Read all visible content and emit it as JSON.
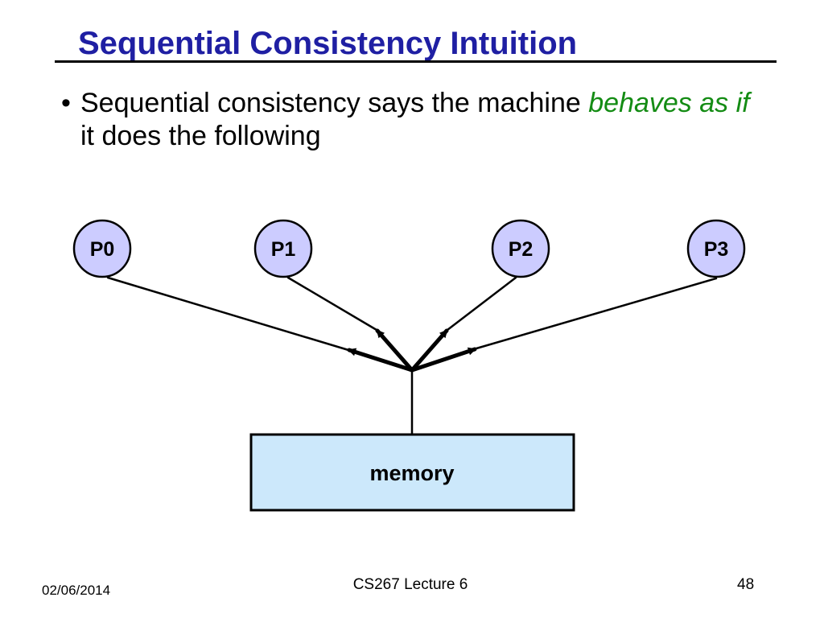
{
  "slide": {
    "title": "Sequential Consistency Intuition",
    "bullet": {
      "marker": "•",
      "text": "Sequential consistency says the machine",
      "emphasis": "behaves as if",
      "continuation": "it does the following"
    }
  },
  "diagram": {
    "processors": [
      {
        "label": "P0"
      },
      {
        "label": "P1"
      },
      {
        "label": "P2"
      },
      {
        "label": "P3"
      }
    ],
    "memory": {
      "label": "memory"
    }
  },
  "footer": {
    "date": "02/06/2014",
    "lecture": "CS267 Lecture 6",
    "page_number": "48"
  },
  "colors": {
    "title": "#1f1fa3",
    "emphasis": "#148c14",
    "processor_fill": "#ccccff",
    "memory_fill": "#cce8fb",
    "lines": "#000000"
  }
}
